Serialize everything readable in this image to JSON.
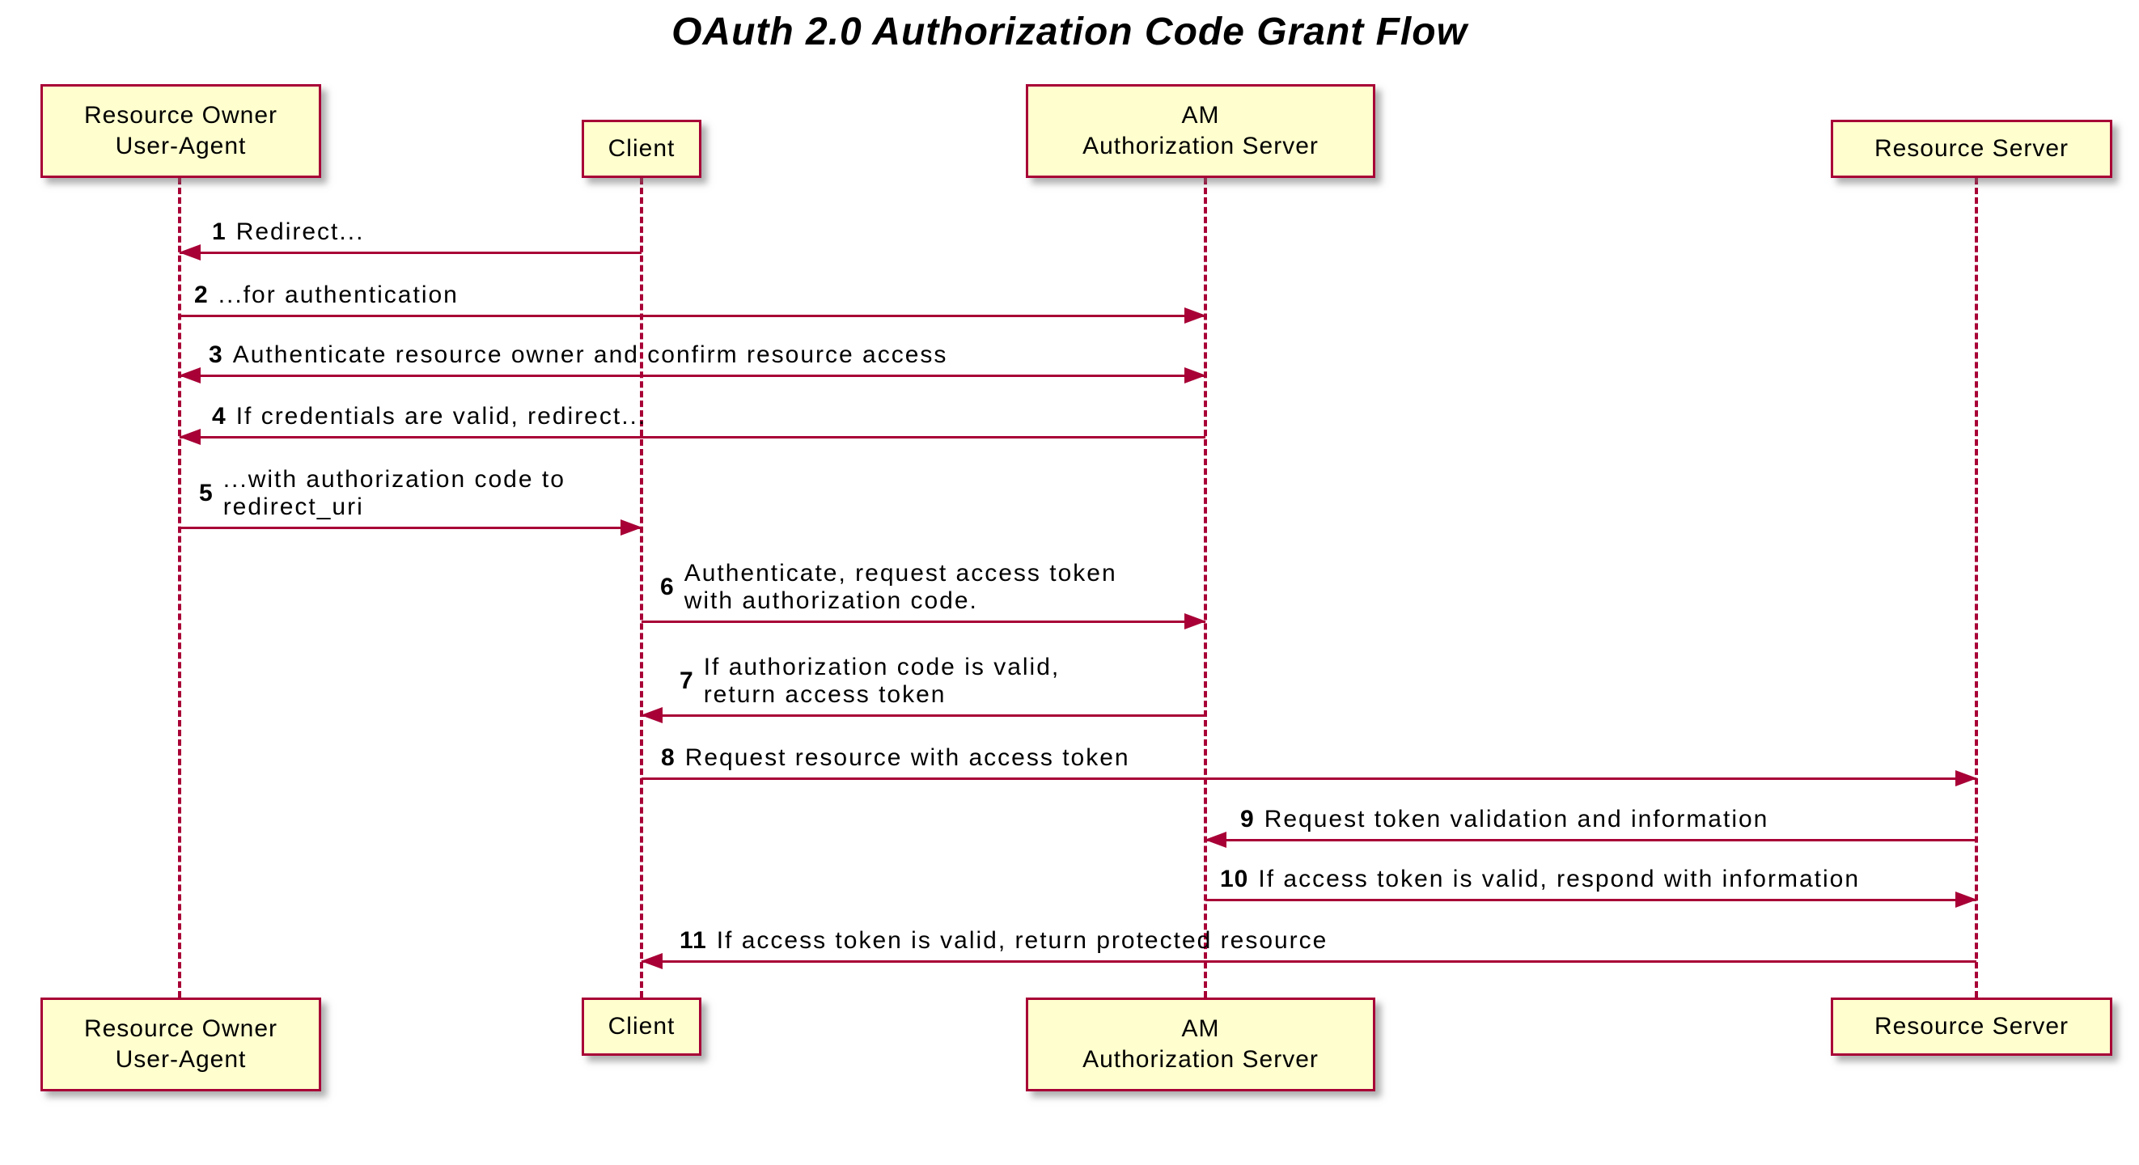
{
  "title": "OAuth 2.0 Authorization Code Grant Flow",
  "colors": {
    "accent": "#A80036",
    "actor_box_fill": "#FEFECE",
    "text": "#000000",
    "background": "#FFFFFF"
  },
  "actors": [
    {
      "name": "Resource Owner User-Agent",
      "line1": "Resource Owner",
      "line2": "User-Agent"
    },
    {
      "name": "Client",
      "line1": "Client"
    },
    {
      "name": "AM Authorization Server",
      "line1": "AM",
      "line2": "Authorization Server"
    },
    {
      "name": "Resource Server",
      "line1": "Resource Server"
    }
  ],
  "messages": [
    {
      "num": "1",
      "text": "Redirect...",
      "from": "Client",
      "to": "Resource Owner User-Agent"
    },
    {
      "num": "2",
      "text": "...for authentication",
      "from": "Resource Owner User-Agent",
      "to": "AM Authorization Server"
    },
    {
      "num": "3",
      "text": "Authenticate resource owner and confirm resource access",
      "from": "Resource Owner User-Agent",
      "to": "AM Authorization Server",
      "bidirectional": true
    },
    {
      "num": "4",
      "text": "If credentials are valid, redirect...",
      "from": "AM Authorization Server",
      "to": "Resource Owner User-Agent"
    },
    {
      "num": "5",
      "line1": "...with authorization code to",
      "line2": "redirect_uri",
      "from": "Resource Owner User-Agent",
      "to": "Client"
    },
    {
      "num": "6",
      "line1": "Authenticate, request access token",
      "line2": "with authorization code.",
      "from": "Client",
      "to": "AM Authorization Server"
    },
    {
      "num": "7",
      "line1": "If authorization code is valid,",
      "line2": "return access token",
      "from": "AM Authorization Server",
      "to": "Client"
    },
    {
      "num": "8",
      "text": "Request resource with access token",
      "from": "Client",
      "to": "Resource Server"
    },
    {
      "num": "9",
      "text": "Request token validation and information",
      "from": "Resource Server",
      "to": "AM Authorization Server"
    },
    {
      "num": "10",
      "text": "If access token is valid, respond with information",
      "from": "AM Authorization Server",
      "to": "Resource Server"
    },
    {
      "num": "11",
      "text": "If access token is valid, return protected resource",
      "from": "Resource Server",
      "to": "Client"
    }
  ]
}
